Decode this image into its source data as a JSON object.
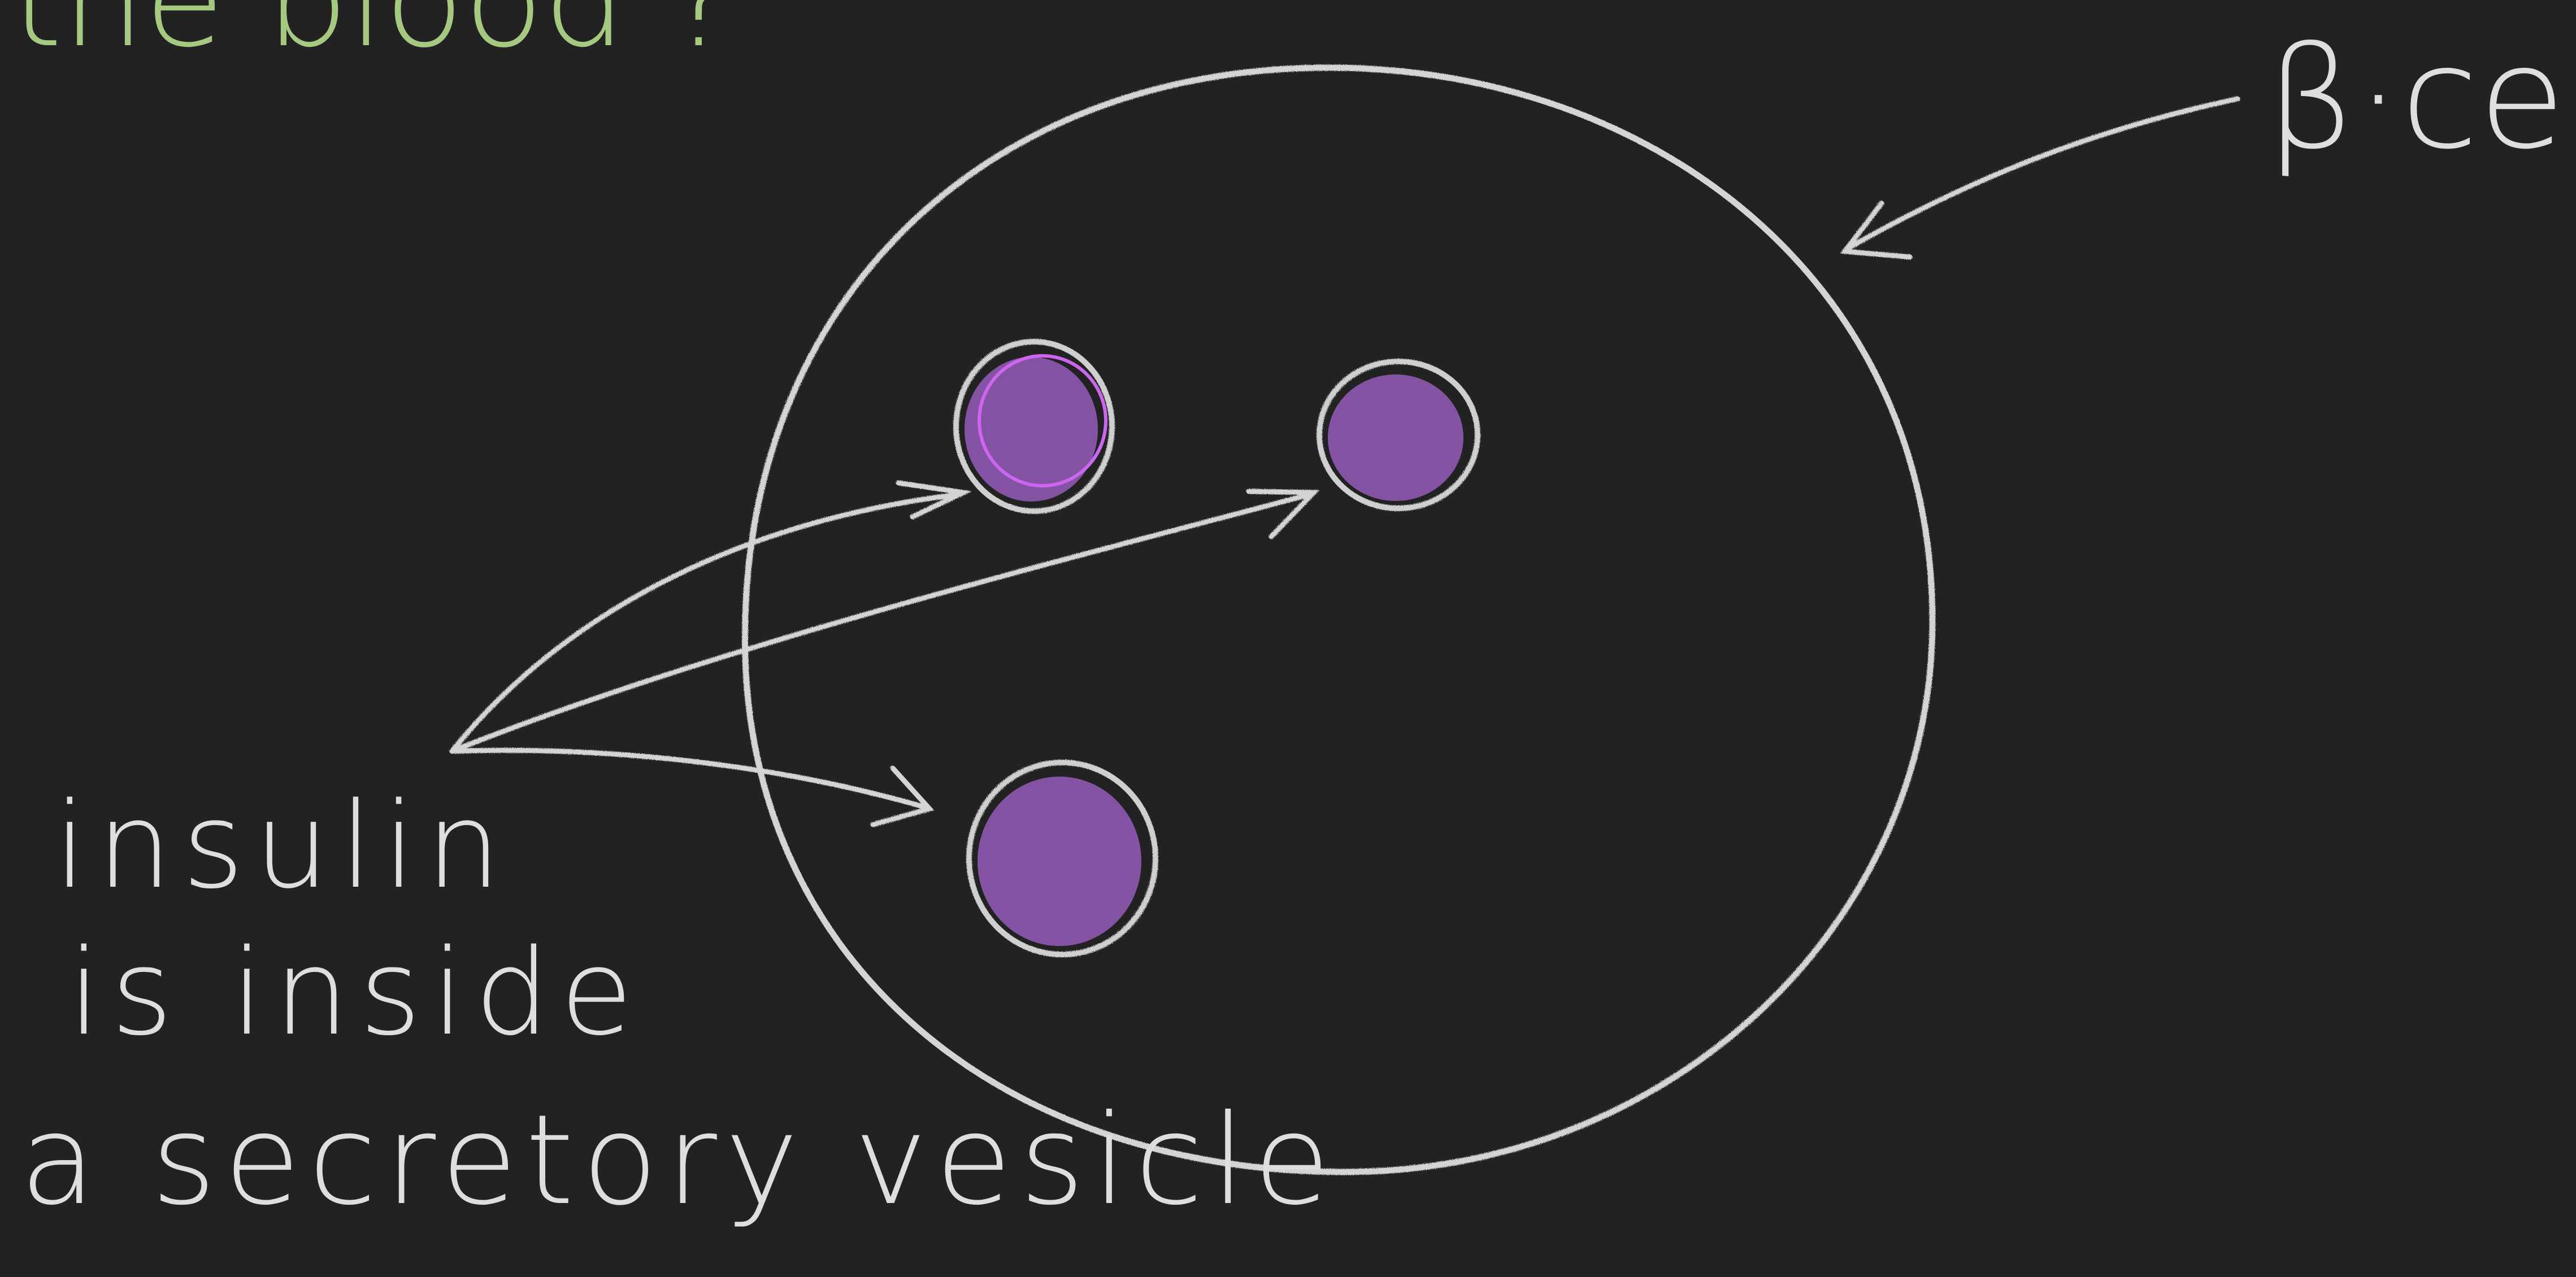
{
  "heading_fragment": "the blood ?",
  "labels": {
    "cell": "β·cell",
    "insulin_line1": "insulin",
    "insulin_line2": "is inside",
    "insulin_line3": "a secretory vesicle"
  },
  "colors": {
    "background": "#222222",
    "chalk": "#d9d9d9",
    "heading": "#b5dc8c",
    "vesicle_fill": "#9b5fc0",
    "vesicle_ring": "#cc66ee"
  }
}
